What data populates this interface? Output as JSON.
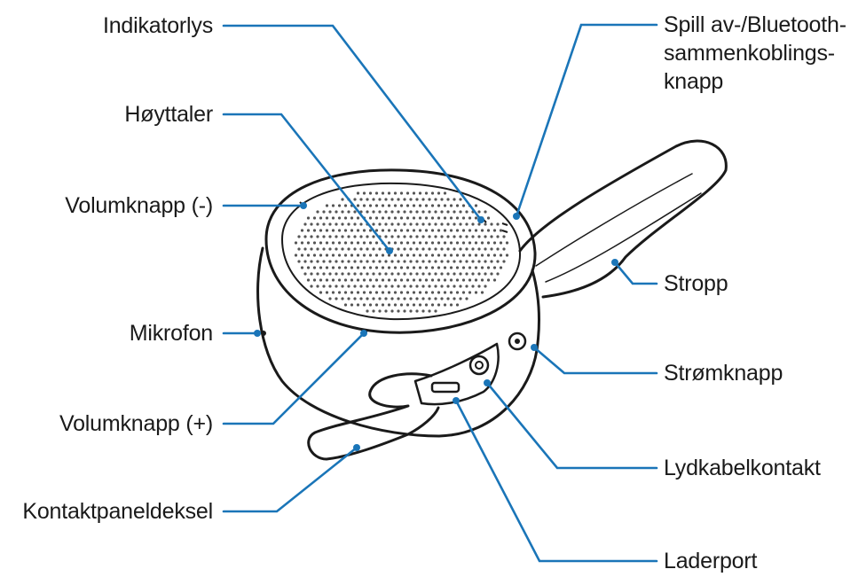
{
  "diagram": {
    "accent_color": "#1a75b8",
    "outline_color": "#1a1a1a",
    "labels_left": {
      "indicator_light": "Indikatorlys",
      "speaker": "Høyttaler",
      "volume_down": "Volumknapp (-)",
      "microphone": "Mikrofon",
      "volume_up": "Volumknapp (+)",
      "connector_cover": "Kontaktpaneldeksel"
    },
    "labels_right": {
      "play_bt_line1": "Spill av-/Bluetooth-",
      "play_bt_line2": "sammenkoblings-",
      "play_bt_line3": "knapp",
      "strap": "Stropp",
      "power_key": "Strømknapp",
      "audio_jack": "Lydkabelkontakt",
      "charger_port": "Laderport"
    }
  }
}
